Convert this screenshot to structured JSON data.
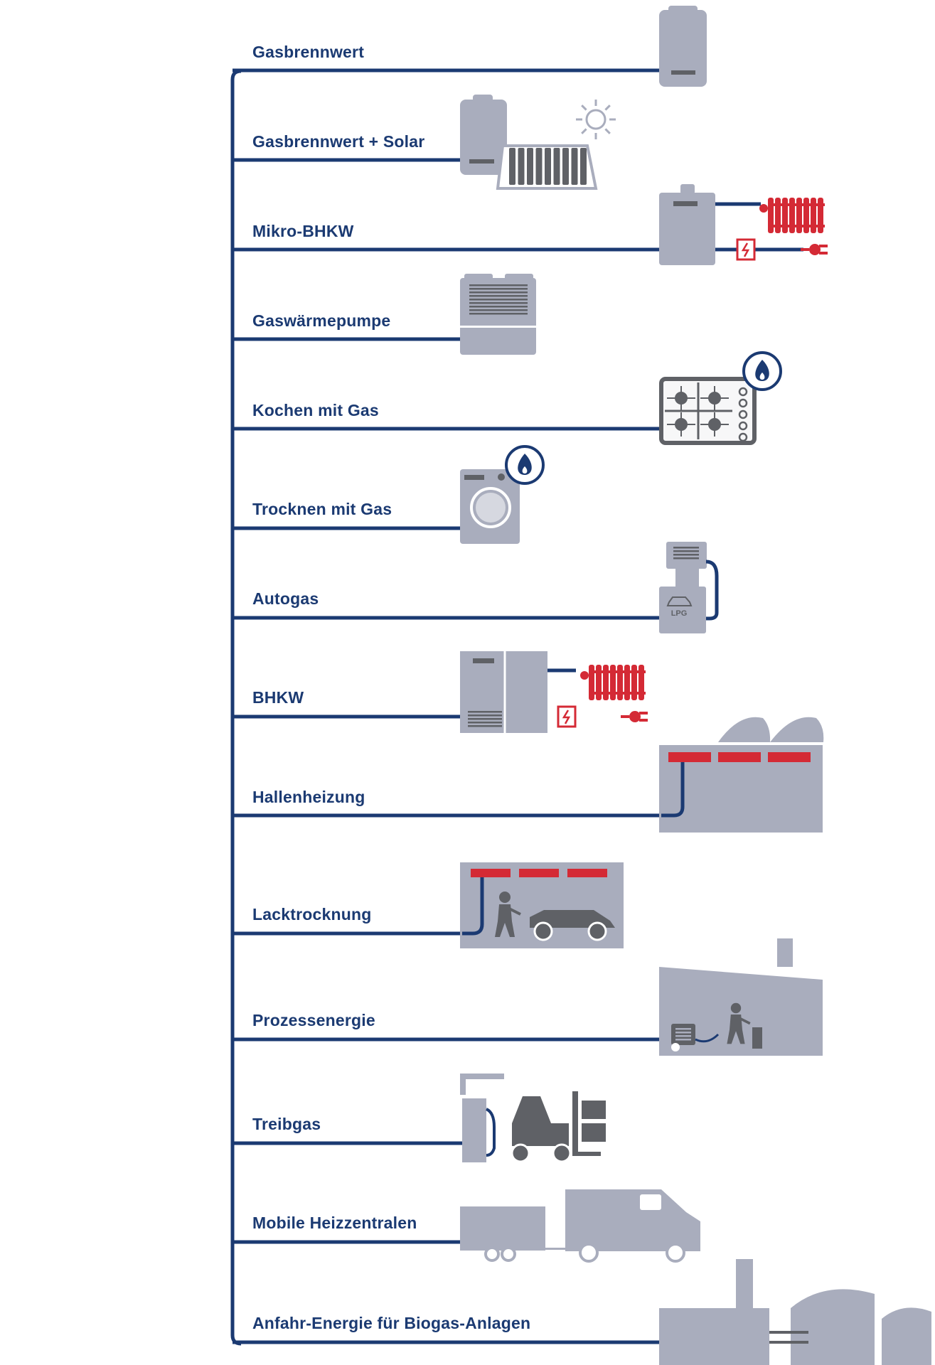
{
  "colors": {
    "line": "#1b3a72",
    "device": "#a9adbd",
    "device_dark": "#5f6166",
    "accent_red": "#d42a35",
    "white": "#ffffff"
  },
  "applications": [
    {
      "label": "Gasbrennwert",
      "icon": "gas-boiler-icon"
    },
    {
      "label": "Gasbrennwert + Solar",
      "icon": "gas-boiler-solar-icon"
    },
    {
      "label": "Mikro-BHKW",
      "icon": "micro-chp-icon"
    },
    {
      "label": "Gaswärmepumpe",
      "icon": "gas-heat-pump-icon"
    },
    {
      "label": "Kochen mit Gas",
      "icon": "gas-stove-icon"
    },
    {
      "label": "Trocknen mit Gas",
      "icon": "gas-dryer-icon"
    },
    {
      "label": "Autogas",
      "icon": "lpg-pump-icon"
    },
    {
      "label": "BHKW",
      "icon": "chp-unit-icon"
    },
    {
      "label": "Hallenheizung",
      "icon": "hall-heating-icon"
    },
    {
      "label": "Lacktrocknung",
      "icon": "paint-drying-icon"
    },
    {
      "label": "Prozessenergie",
      "icon": "process-energy-icon"
    },
    {
      "label": "Treibgas",
      "icon": "forklift-gas-icon"
    },
    {
      "label": "Mobile Heizzentralen",
      "icon": "mobile-heating-icon"
    },
    {
      "label": "Anfahr-Energie für Biogas-Anlagen",
      "icon": "biogas-plant-icon"
    }
  ],
  "lpg_label": "LPG"
}
